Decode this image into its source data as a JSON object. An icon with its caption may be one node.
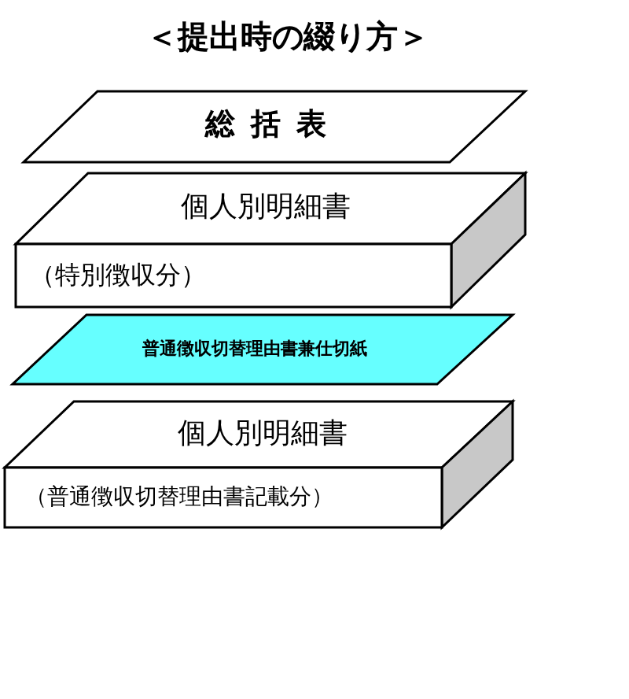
{
  "diagram": {
    "title": "＜提出時の綴り方＞",
    "nodes": [
      {
        "text": [
          "総括表"
        ]
      },
      {
        "text": [
          "個人別明細書",
          "（特別徴収分）"
        ]
      },
      {
        "text": [
          "普通徴収切替理由書兼仕切紙"
        ]
      },
      {
        "text": [
          "個人別明細書",
          "（普通徴収切替理由書記載分）"
        ]
      }
    ]
  }
}
